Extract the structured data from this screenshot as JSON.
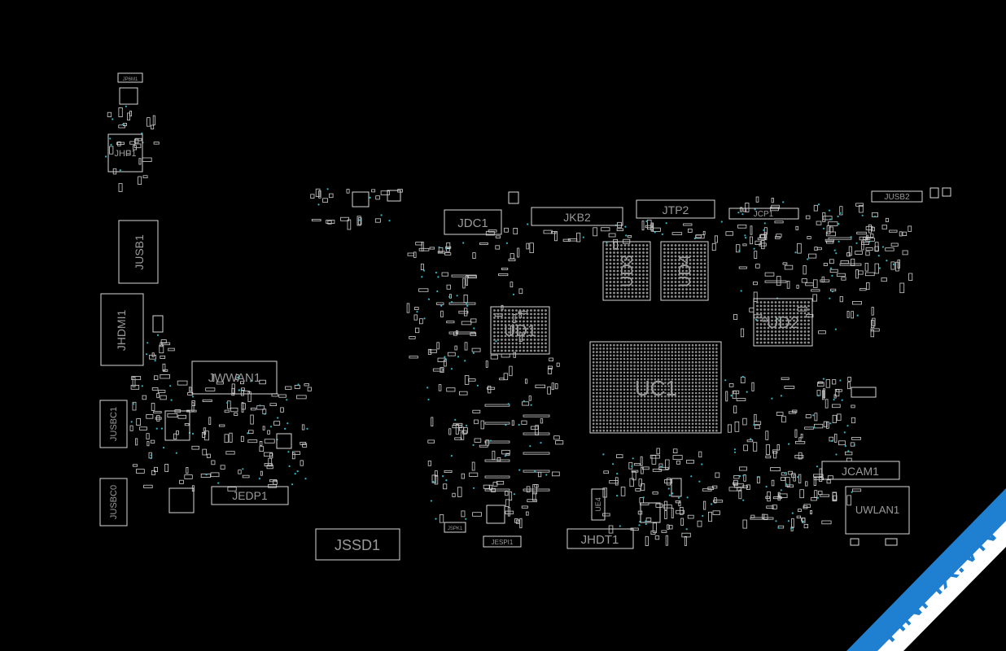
{
  "components": [
    {
      "id": "jp6m1",
      "label": "JP6M1"
    },
    {
      "id": "jhp1",
      "label": "JHP1"
    },
    {
      "id": "jusb1",
      "label": "JUSB1"
    },
    {
      "id": "jhdmi1",
      "label": "JHDMI1"
    },
    {
      "id": "jwwan1",
      "label": "JWWAN1"
    },
    {
      "id": "jusbc1",
      "label": "JUSBC1"
    },
    {
      "id": "jusbc0",
      "label": "JUSBC0"
    },
    {
      "id": "jedp1",
      "label": "JEDP1"
    },
    {
      "id": "jssd1",
      "label": "JSSD1"
    },
    {
      "id": "jdc1",
      "label": "JDC1"
    },
    {
      "id": "jkb2",
      "label": "JKB2"
    },
    {
      "id": "jtp2",
      "label": "JTP2"
    },
    {
      "id": "jcp1",
      "label": "JCP1"
    },
    {
      "id": "jusb2",
      "label": "JUSB2"
    },
    {
      "id": "ud3",
      "label": "UD3"
    },
    {
      "id": "ud4",
      "label": "UD4"
    },
    {
      "id": "ud1",
      "label": "UD1"
    },
    {
      "id": "ud2",
      "label": "UD2"
    },
    {
      "id": "uc1",
      "label": "UC1"
    },
    {
      "id": "jcam1",
      "label": "JCAM1"
    },
    {
      "id": "uwlan1",
      "label": "UWLAN1"
    },
    {
      "id": "jhdt1",
      "label": "JHDT1"
    },
    {
      "id": "ue4",
      "label": "UE4"
    },
    {
      "id": "jespi1",
      "label": "JESPI1"
    },
    {
      "id": "jspk1",
      "label": "JSPK1"
    }
  ],
  "watermark": {
    "text": "HNFIX.VN",
    "color": "#1f7fd1"
  },
  "colors": {
    "background": "#000000",
    "outline": "#d8d8d8",
    "label": "#9a9a9a",
    "pin": "#2fb7c8"
  }
}
